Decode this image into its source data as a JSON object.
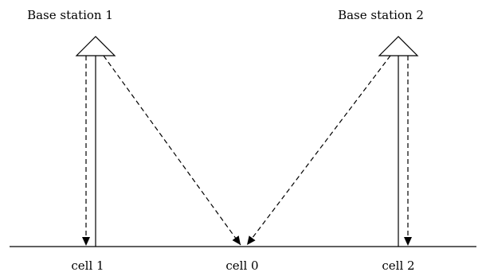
{
  "labels": {
    "base_station_1": "Base station 1",
    "base_station_2": "Base station 2",
    "cell_1": "cell 1",
    "cell_0": "cell 0",
    "cell_2": "cell 2"
  }
}
